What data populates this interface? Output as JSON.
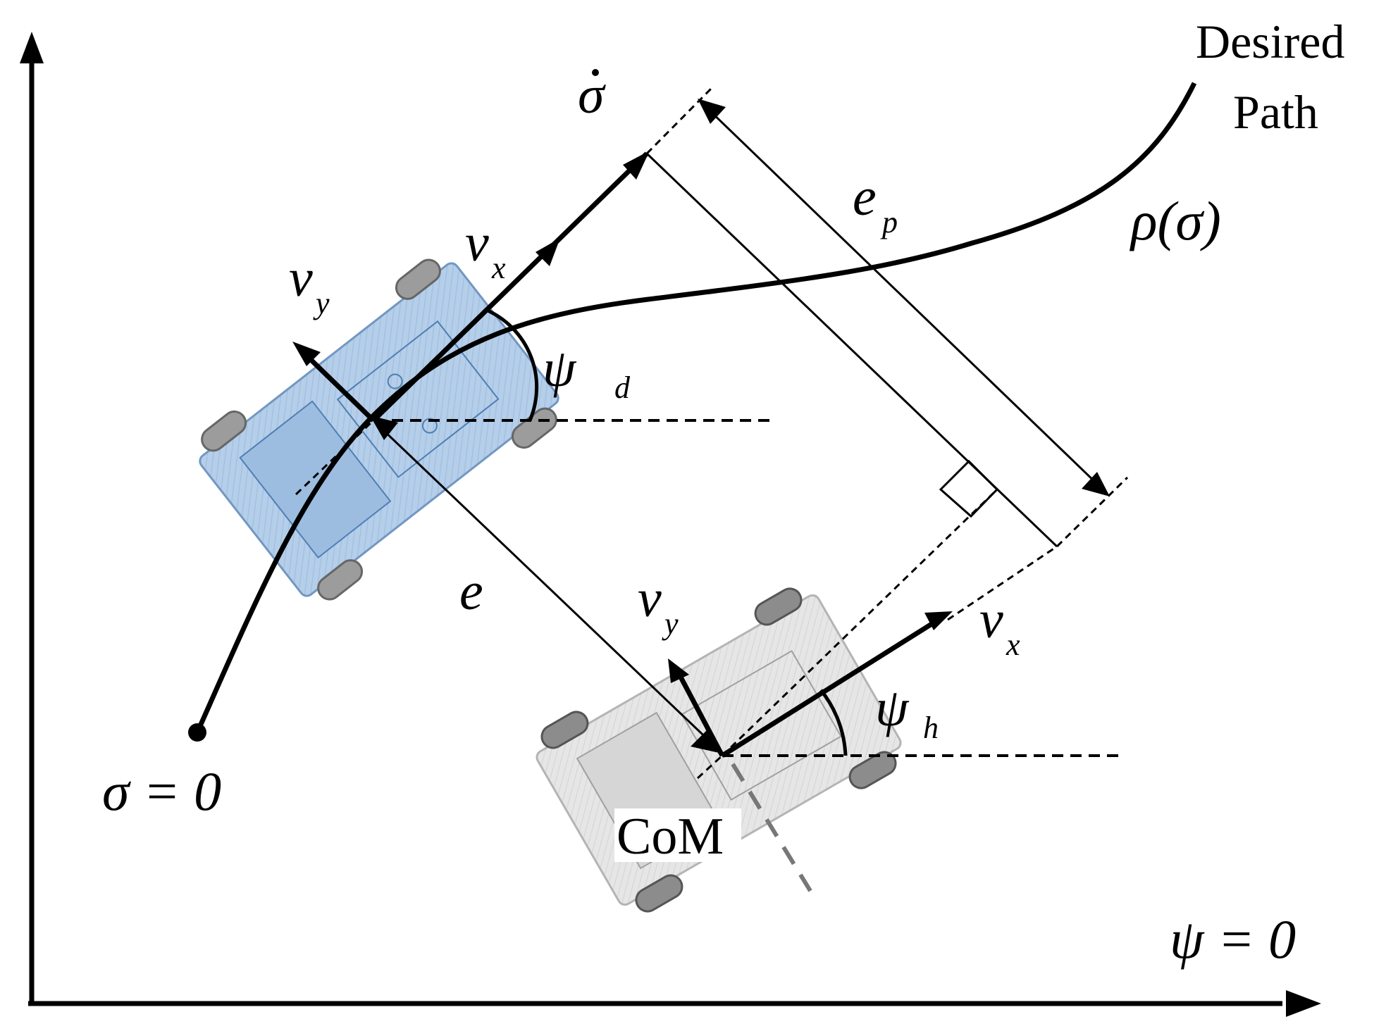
{
  "labels": {
    "desired_path_line1": "Desired",
    "desired_path_line2": "Path",
    "rho_sigma": "ρ(σ)",
    "sigma_dot": "σ",
    "e_p_base": "e",
    "e_p_sub": "p",
    "vx_top_base": "v",
    "vx_top_sub": "x",
    "vy_top_base": "v",
    "vy_top_sub": "y",
    "psi_d_base": "ψ",
    "psi_d_sub": "d",
    "e": "e",
    "vy_bot_base": "v",
    "vy_bot_sub": "y",
    "vx_bot_base": "v",
    "vx_bot_sub": "x",
    "psi_h_base": "ψ",
    "psi_h_sub": "h",
    "sigma_zero": "σ = 0",
    "com": "CoM",
    "psi_zero": "ψ = 0"
  },
  "colors": {
    "ink": "#000000",
    "robot_desired": "#8fb4dc",
    "robot_desired_stroke": "#5a86b8",
    "robot_actual": "#d9d9d9",
    "robot_actual_stroke": "#9a9a9a",
    "wheel": "#8c8c8c"
  }
}
